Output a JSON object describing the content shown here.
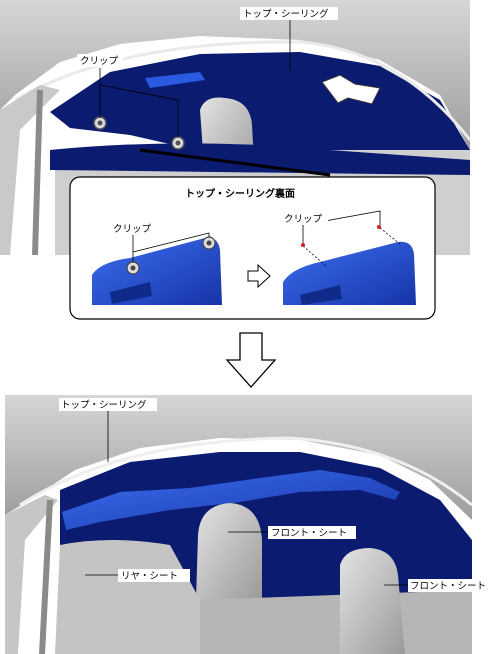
{
  "labels": {
    "top_headliner": "トップ・シーリング",
    "top_clip": "クリップ",
    "detail_title": "トップ・シーリング裏面",
    "detail_clip_left": "クリップ",
    "detail_clip_right": "クリップ",
    "bottom_headliner": "トップ・シーリング",
    "front_seat_center": "フロント・シート",
    "rear_seat": "リヤ・シート",
    "front_seat_right": "フロント・シート"
  },
  "colors": {
    "headliner_blue": "#1f4fc8",
    "headliner_dark": "#0a1a66",
    "trim_gray": "#bdbdbd"
  }
}
